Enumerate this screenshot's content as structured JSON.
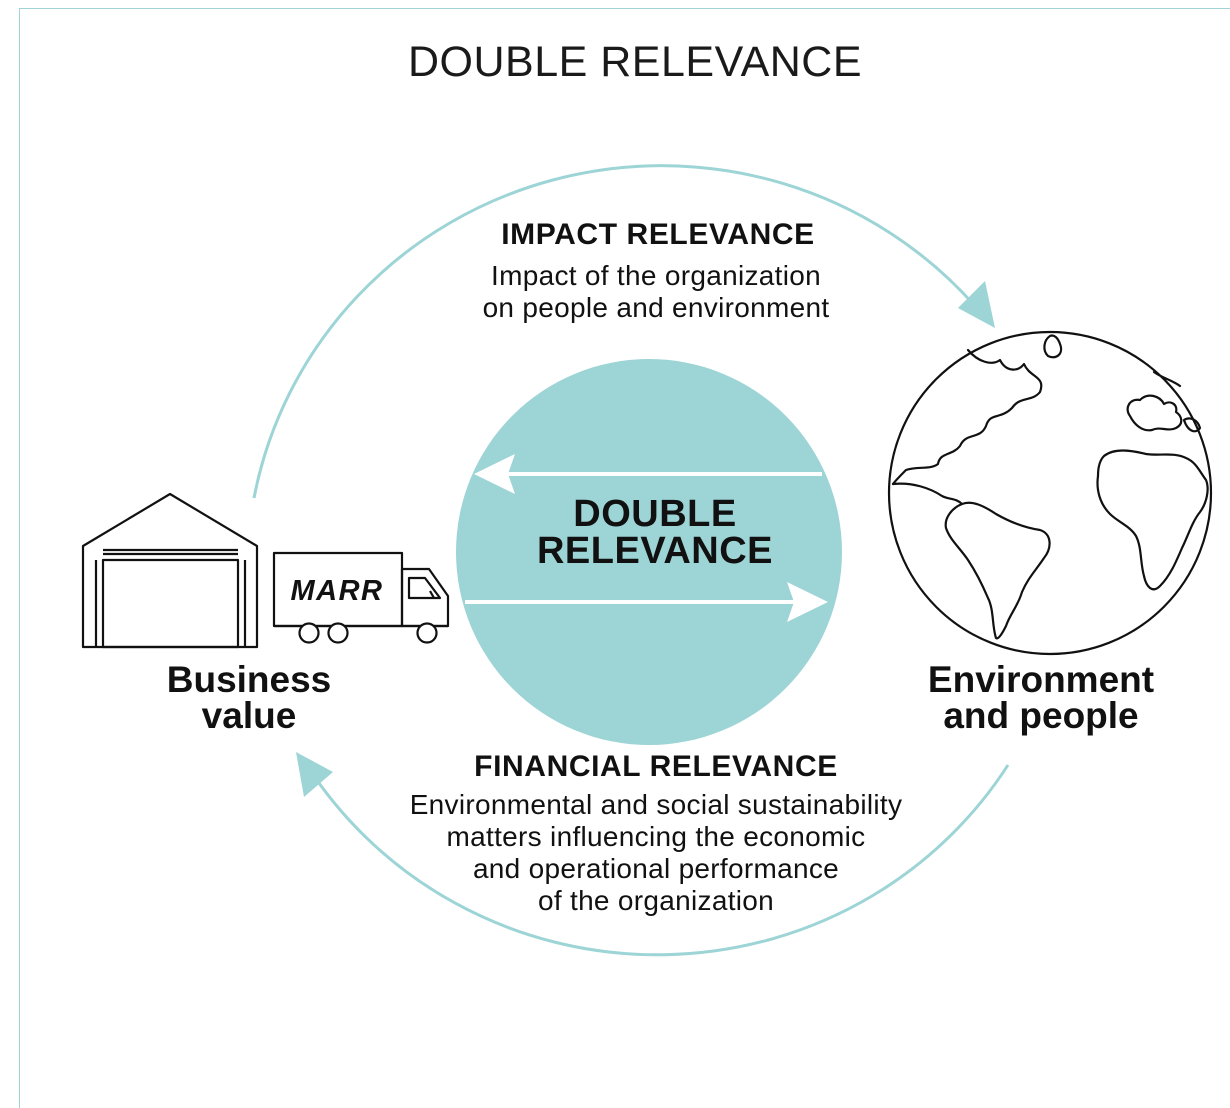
{
  "title": "DOUBLE RELEVANCE",
  "impact": {
    "heading": "IMPACT RELEVANCE",
    "lines": [
      "Impact of the organization",
      "on people and environment"
    ]
  },
  "center": {
    "lines": [
      "DOUBLE",
      "RELEVANCE"
    ]
  },
  "business": {
    "lines": [
      "Business",
      "value"
    ],
    "truck_logo": "MARR"
  },
  "environment": {
    "lines": [
      "Environment",
      "and people"
    ]
  },
  "financial": {
    "heading": "FINANCIAL RELEVANCE",
    "lines": [
      "Environmental and social sustainability",
      "matters influencing the economic",
      "and operational performance",
      "of the organization"
    ]
  },
  "colors": {
    "accent": "#9dd4d6",
    "text": "#111111",
    "frame": "#9fd3d6"
  },
  "icons": [
    "warehouse-icon",
    "truck-icon",
    "globe-icon",
    "cycle-arrow-top",
    "cycle-arrow-bottom",
    "exchange-arrow-left",
    "exchange-arrow-right"
  ]
}
